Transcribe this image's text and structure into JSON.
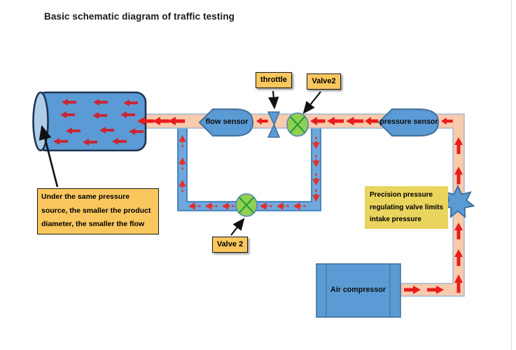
{
  "title": "Basic schematic diagram of traffic testing",
  "components": {
    "flow_sensor": "flow sensor",
    "pressure_sensor": "pressure sensor",
    "air_compressor": "Air compressor"
  },
  "labels": {
    "throttle": "throttle",
    "valve2_top": "Valve2",
    "valve2_bottom": "Valve 2"
  },
  "notes": {
    "cylinder": [
      "Under the same pressure",
      "source, the smaller the product",
      "diameter, the smaller the flow"
    ],
    "regulator": [
      "Precision pressure",
      "regulating valve limits",
      "intake pressure"
    ]
  },
  "colors": {
    "component_blue": "#5b9bd5",
    "component_border": "#41719c",
    "pipe_salmon": "#f8cbad",
    "pipe_salmon_border": "#9db6d6",
    "pipe_blue": "#6fa8dc",
    "pipe_blue_border": "#2e75b6",
    "valve_green": "#92d050",
    "valve_cross_green": "#28a038",
    "label_yellow": "#f9c75e",
    "note_yellow": "#e9d45e",
    "arrow_red": "#e81c1c",
    "cylinder_arrow_red": "#c82736",
    "pointer_black": "#111111"
  }
}
